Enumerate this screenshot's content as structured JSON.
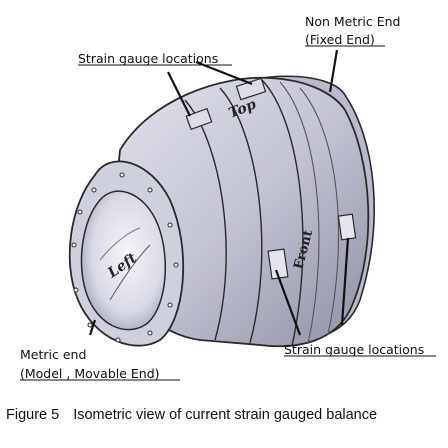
{
  "labels": {
    "non_metric_end_title": "Non Metric End",
    "non_metric_end_sub": "(Fixed End)",
    "strain_gauge_top": "Strain gauge locations",
    "strain_gauge_bottom": "Strain gauge locations",
    "metric_end_title": "Metric end",
    "metric_end_sub": "(Model , Movable End)"
  },
  "part_text": {
    "top": "Top",
    "front": "Front",
    "left": "Left"
  },
  "caption": {
    "number": "Figure 5",
    "text": "Isometric view of current strain gauged balance"
  },
  "colors": {
    "body_fill": "#c9cad8",
    "body_shadow": "#8e90a4",
    "inner_bore": "#e6e7ef",
    "edge": "#2a2a2a"
  }
}
